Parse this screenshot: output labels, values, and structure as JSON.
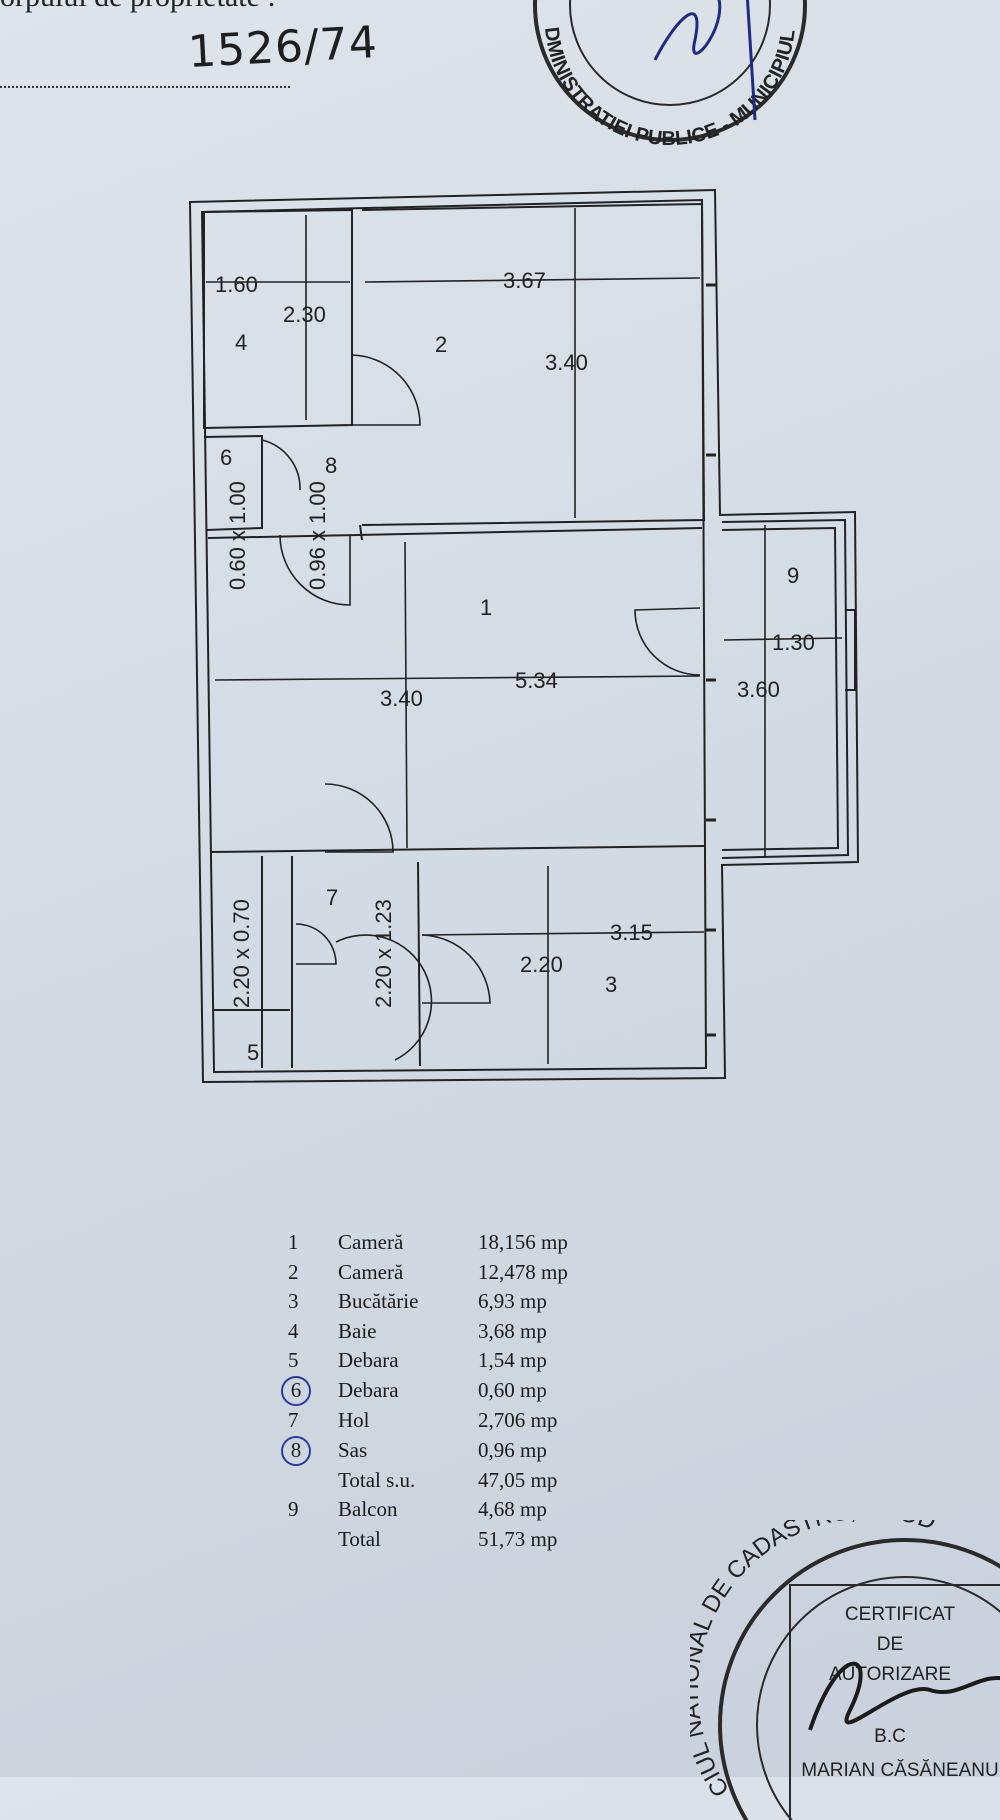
{
  "header": {
    "text": "orpului de proprietate :",
    "handwritten_number": "1526/74"
  },
  "stamp_top": {
    "ring_text": "DMINISTRATIEI PUBLICE - MUNICIPIUL B - CARTOGRAFIE"
  },
  "stamp_bottom": {
    "ring_text": "CIUL NATIONAL DE CADASTRU, GEOD",
    "lines": [
      "CERTIFICAT",
      "DE",
      "AUTORIZARE",
      "B.C",
      "MARIAN CĂSĂNEANU"
    ]
  },
  "plan": {
    "rooms": [
      {
        "num": "1",
        "name": "room-1"
      },
      {
        "num": "2",
        "name": "room-2"
      },
      {
        "num": "3",
        "name": "room-3"
      },
      {
        "num": "4",
        "name": "room-4"
      },
      {
        "num": "5",
        "name": "room-5"
      },
      {
        "num": "6",
        "name": "room-6"
      },
      {
        "num": "7",
        "name": "room-7"
      },
      {
        "num": "8",
        "name": "room-8"
      },
      {
        "num": "9",
        "name": "room-9"
      }
    ],
    "dimensions": {
      "d_160": "1.60",
      "d_230": "2.30",
      "d_367": "3.67",
      "d_340a": "3.40",
      "d_060x100": "0.60 x 1.00",
      "d_096x100": "0.96 x 1.00",
      "d_534": "5.34",
      "d_340b": "3.40",
      "d_130": "1.30",
      "d_360": "3.60",
      "d_220x070": "2.20 x 0.70",
      "d_220x123": "2.20 x 1.23",
      "d_315": "3.15",
      "d_220": "2.20"
    }
  },
  "table": {
    "rows": [
      {
        "num": "1",
        "name": "Cameră",
        "area": "18,156 mp",
        "circled": false
      },
      {
        "num": "2",
        "name": "Cameră",
        "area": "12,478 mp",
        "circled": false
      },
      {
        "num": "3",
        "name": "Bucătărie",
        "area": "6,93 mp",
        "circled": false
      },
      {
        "num": "4",
        "name": "Baie",
        "area": "3,68 mp",
        "circled": false
      },
      {
        "num": "5",
        "name": "Debara",
        "area": "1,54 mp",
        "circled": false
      },
      {
        "num": "6",
        "name": "Debara",
        "area": "0,60 mp",
        "circled": true
      },
      {
        "num": "7",
        "name": "Hol",
        "area": "2,706 mp",
        "circled": false
      },
      {
        "num": "8",
        "name": "Sas",
        "area": "0,96 mp",
        "circled": true
      },
      {
        "num": "",
        "name": "Total s.u.",
        "area": "47,05 mp",
        "circled": false
      },
      {
        "num": "9",
        "name": "Balcon",
        "area": "4,68 mp",
        "circled": false
      },
      {
        "num": "",
        "name": "Total",
        "area": "51,73 mp",
        "circled": false
      }
    ]
  }
}
